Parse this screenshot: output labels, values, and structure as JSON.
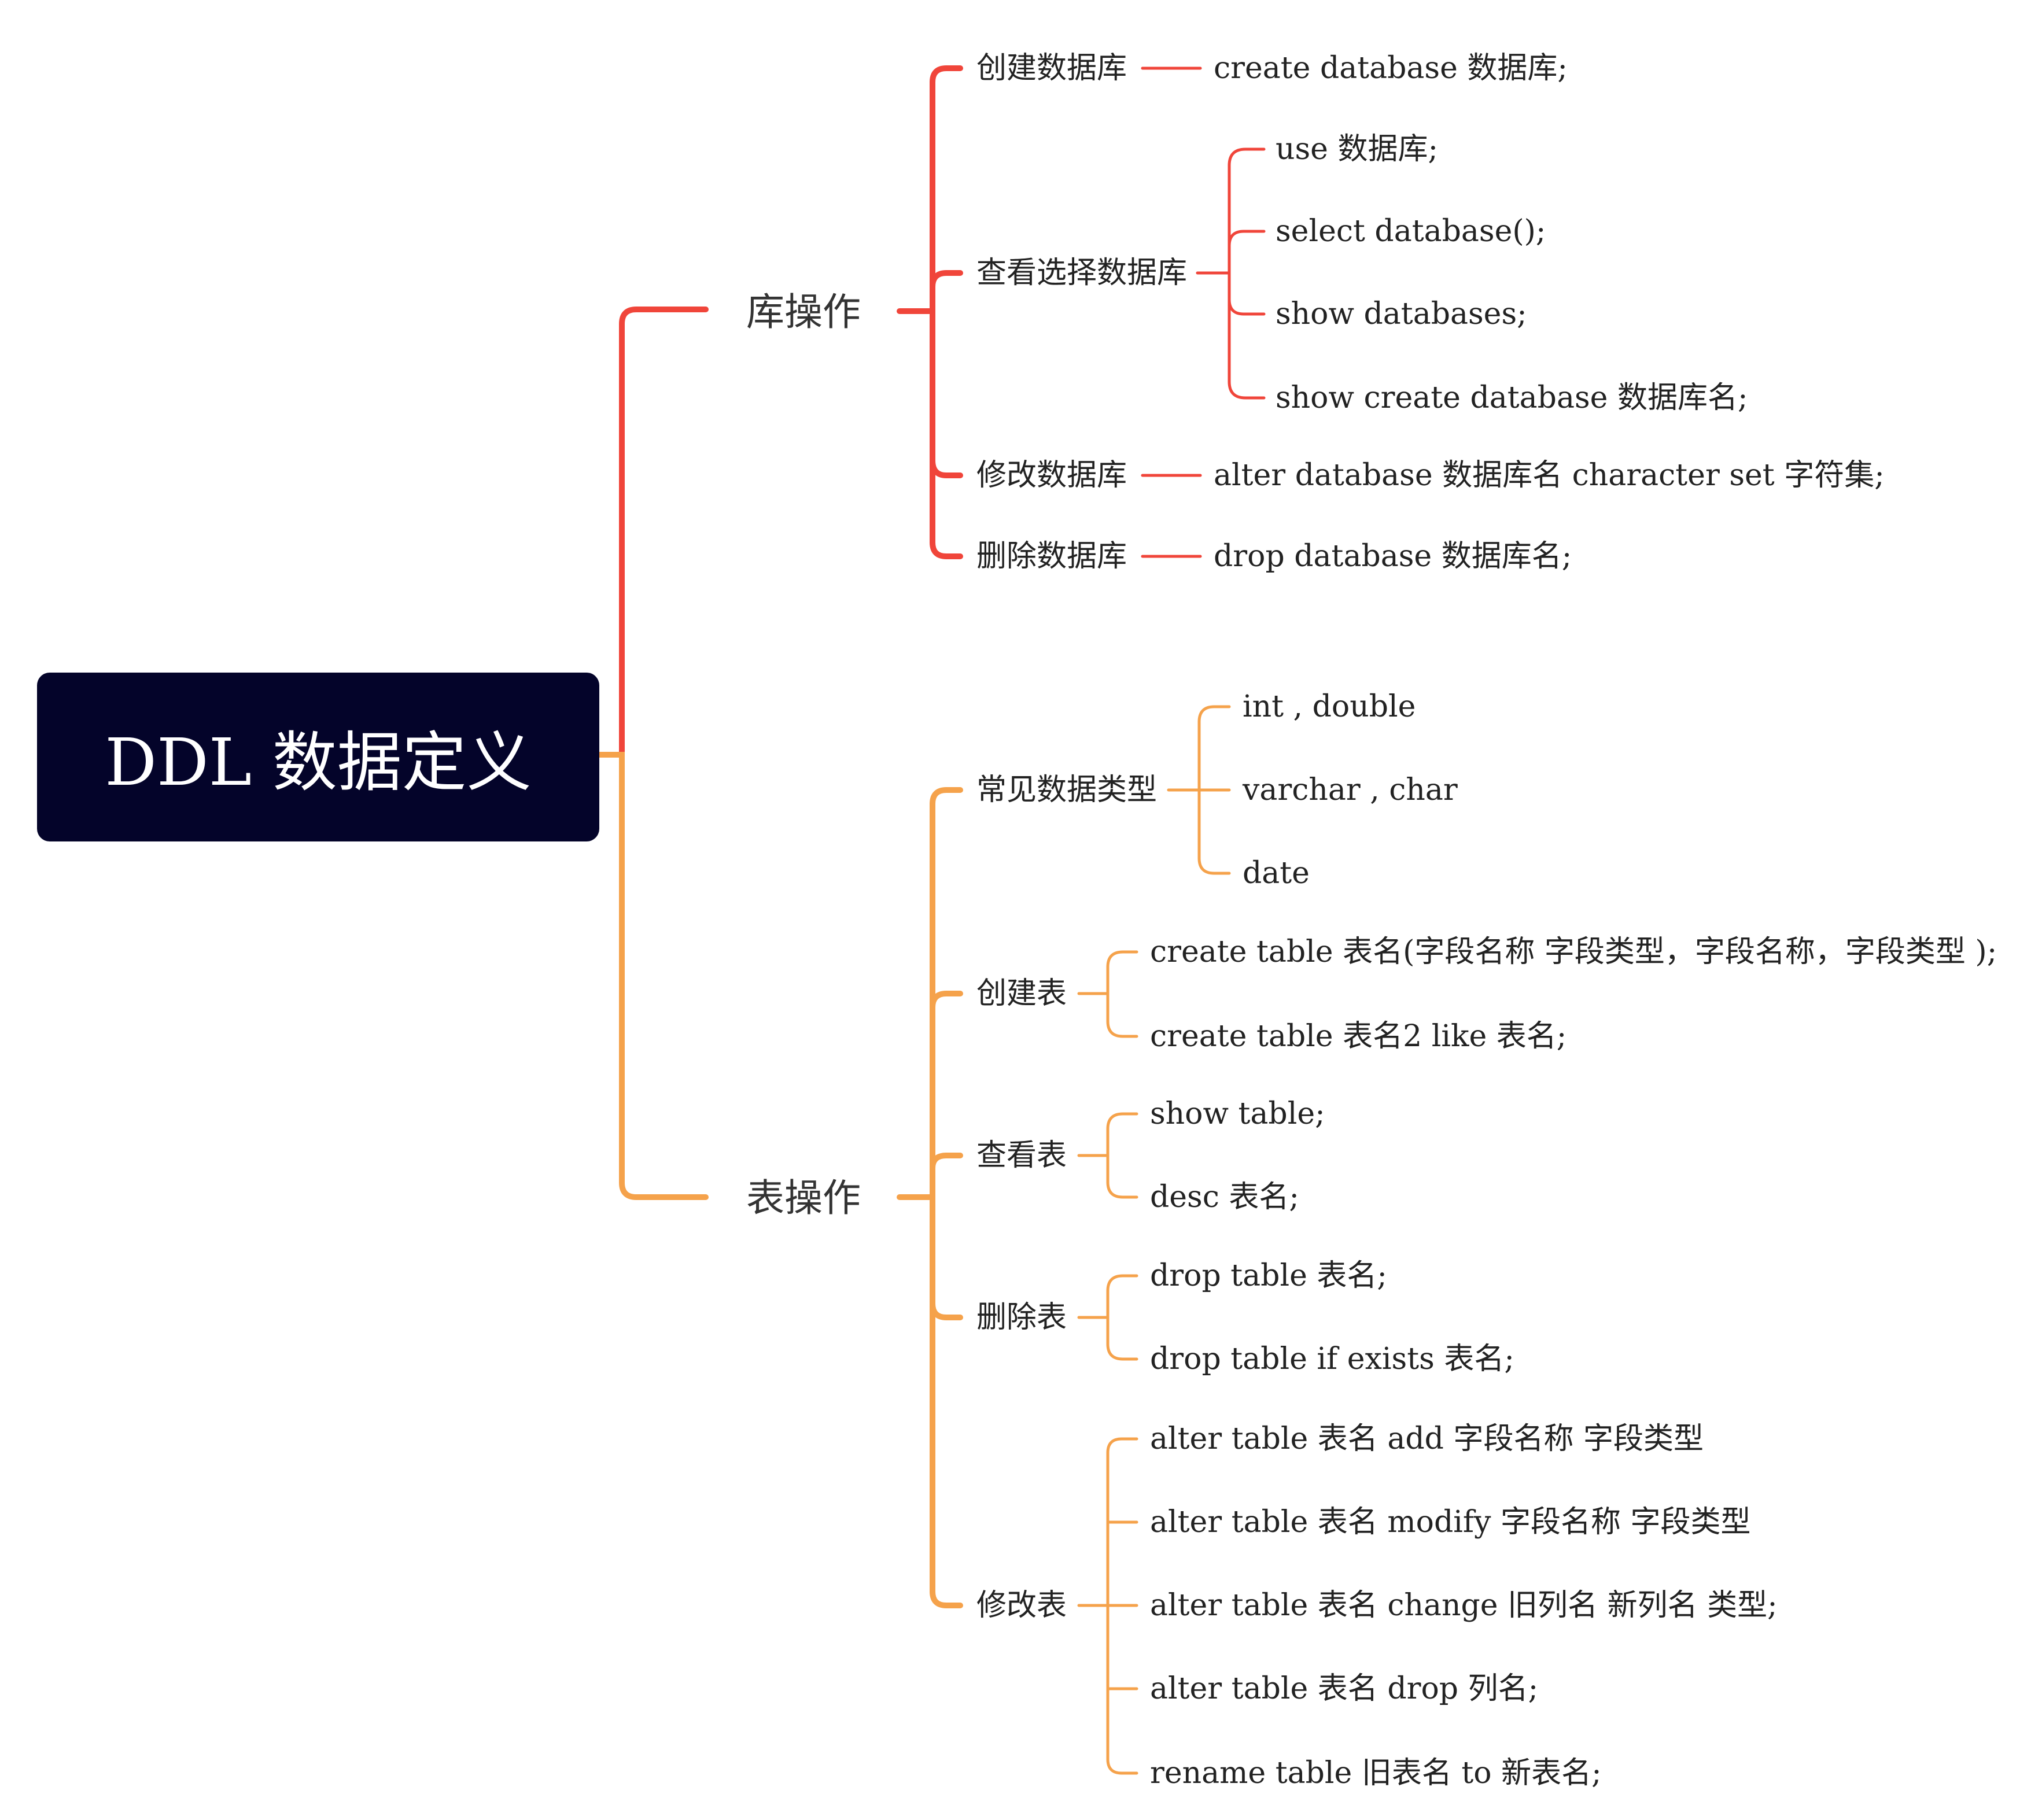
{
  "root": {
    "title": "DDL 数据定义"
  },
  "colors": {
    "root_bg": "#04042a",
    "branch_database": "#f0453a",
    "branch_table": "#f5a24b"
  },
  "branches": [
    {
      "label": "库操作",
      "children": [
        {
          "label": "创建数据库",
          "leaves": [
            "create database 数据库;"
          ]
        },
        {
          "label": "查看选择数据库",
          "leaves": [
            "use 数据库;",
            "select database();",
            "show databases;",
            "show create database 数据库名;"
          ]
        },
        {
          "label": "修改数据库",
          "leaves": [
            "alter database 数据库名 character set 字符集;"
          ]
        },
        {
          "label": "删除数据库",
          "leaves": [
            "drop database 数据库名;"
          ]
        }
      ]
    },
    {
      "label": "表操作",
      "children": [
        {
          "label": "常见数据类型",
          "leaves": [
            "int , double",
            "varchar , char",
            "date"
          ]
        },
        {
          "label": "创建表",
          "leaves": [
            "create table 表名(字段名称 字段类型，字段名称，字段类型 );",
            "create table 表名2 like 表名;"
          ]
        },
        {
          "label": "查看表",
          "leaves": [
            "show table;",
            "desc 表名;"
          ]
        },
        {
          "label": "删除表",
          "leaves": [
            "drop table 表名;",
            "drop table if exists 表名;"
          ]
        },
        {
          "label": "修改表",
          "leaves": [
            "alter table 表名 add 字段名称 字段类型",
            "alter table 表名 modify 字段名称 字段类型",
            "alter table 表名 change 旧列名 新列名 类型;",
            "alter table 表名 drop 列名;",
            "rename table 旧表名 to 新表名;"
          ]
        }
      ]
    }
  ]
}
